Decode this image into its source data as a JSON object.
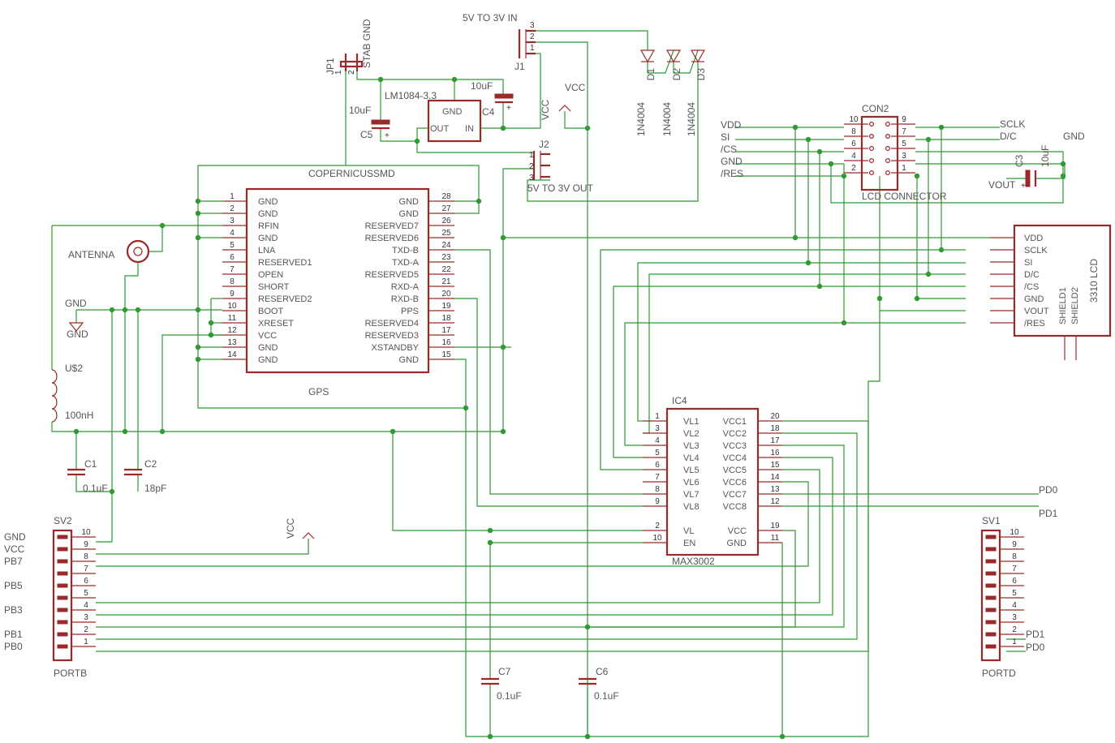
{
  "gps": {
    "name": "COPERNICUSSMD",
    "value": "GPS",
    "left_pins": [
      {
        "num": "1",
        "name": "GND"
      },
      {
        "num": "2",
        "name": "GND"
      },
      {
        "num": "3",
        "name": "RFIN"
      },
      {
        "num": "4",
        "name": "GND"
      },
      {
        "num": "5",
        "name": "LNA"
      },
      {
        "num": "6",
        "name": "RESERVED1"
      },
      {
        "num": "7",
        "name": "OPEN"
      },
      {
        "num": "8",
        "name": "SHORT"
      },
      {
        "num": "9",
        "name": "RESERVED2"
      },
      {
        "num": "10",
        "name": "BOOT"
      },
      {
        "num": "11",
        "name": "XRESET"
      },
      {
        "num": "12",
        "name": "VCC"
      },
      {
        "num": "13",
        "name": "GND"
      },
      {
        "num": "14",
        "name": "GND"
      }
    ],
    "right_pins": [
      {
        "num": "28",
        "name": "GND"
      },
      {
        "num": "27",
        "name": "GND"
      },
      {
        "num": "26",
        "name": "RESERVED7"
      },
      {
        "num": "25",
        "name": "RESERVED6"
      },
      {
        "num": "24",
        "name": "TXD-B"
      },
      {
        "num": "23",
        "name": "TXD-A"
      },
      {
        "num": "22",
        "name": "RESERVED5"
      },
      {
        "num": "21",
        "name": "RXD-A"
      },
      {
        "num": "20",
        "name": "RXD-B"
      },
      {
        "num": "19",
        "name": "PPS"
      },
      {
        "num": "18",
        "name": "RESERVED4"
      },
      {
        "num": "17",
        "name": "RESERVED3"
      },
      {
        "num": "16",
        "name": "XSTANDBY"
      },
      {
        "num": "15",
        "name": "GND"
      }
    ]
  },
  "ic4": {
    "name": "IC4",
    "value": "MAX3002",
    "left_pins": [
      {
        "num": "1",
        "name": "VL1"
      },
      {
        "num": "3",
        "name": "VL2"
      },
      {
        "num": "4",
        "name": "VL3"
      },
      {
        "num": "5",
        "name": "VL4"
      },
      {
        "num": "6",
        "name": "VL5"
      },
      {
        "num": "7",
        "name": "VL6"
      },
      {
        "num": "8",
        "name": "VL7"
      },
      {
        "num": "9",
        "name": "VL8"
      },
      {
        "num": "",
        "name": ""
      },
      {
        "num": "2",
        "name": "VL"
      },
      {
        "num": "10",
        "name": "EN"
      }
    ],
    "right_pins": [
      {
        "num": "20",
        "name": "VCC1"
      },
      {
        "num": "18",
        "name": "VCC2"
      },
      {
        "num": "17",
        "name": "VCC3"
      },
      {
        "num": "16",
        "name": "VCC4"
      },
      {
        "num": "15",
        "name": "VCC5"
      },
      {
        "num": "14",
        "name": "VCC6"
      },
      {
        "num": "13",
        "name": "VCC7"
      },
      {
        "num": "12",
        "name": "VCC8"
      },
      {
        "num": "",
        "name": ""
      },
      {
        "num": "19",
        "name": "VCC"
      },
      {
        "num": "11",
        "name": "GND"
      }
    ]
  },
  "con2": {
    "name": "CON2",
    "value": "LCD CONNECTOR",
    "left_nums": [
      "10",
      "8",
      "6",
      "4",
      "2"
    ],
    "right_nums": [
      "9",
      "7",
      "5",
      "3",
      "1"
    ],
    "left_nets": [
      "VDD",
      "SI",
      "/CS",
      "GND",
      "/RES"
    ],
    "right_nets": [
      "SCLK",
      "D/C",
      "GND"
    ]
  },
  "lcd": {
    "value": "3310 LCD",
    "pins": [
      "VDD",
      "SCLK",
      "SI",
      "D/C",
      "/CS",
      "GND",
      "VOUT",
      "/RES"
    ],
    "shields": [
      "SHIELD1",
      "SHIELD2"
    ]
  },
  "sv2": {
    "name": "SV2",
    "value": "PORTB",
    "nums": [
      "10",
      "9",
      "8",
      "7",
      "6",
      "5",
      "4",
      "3",
      "2",
      "1"
    ],
    "nets": [
      "GND",
      "VCC",
      "PB7",
      "",
      "PB5",
      "",
      "PB3",
      "",
      "PB1",
      "PB0"
    ]
  },
  "sv1": {
    "name": "SV1",
    "value": "PORTD",
    "nums": [
      "10",
      "9",
      "8",
      "7",
      "6",
      "5",
      "4",
      "3",
      "2",
      "1"
    ],
    "nets": [
      "",
      "",
      "",
      "",
      "",
      "",
      "",
      "",
      "PD1",
      "PD0"
    ]
  },
  "regulator": {
    "name": "LM1084-3.3",
    "gnd": "GND",
    "out": "OUT",
    "in": "IN"
  },
  "jp1": {
    "name": "JP1",
    "pin1": "1",
    "pin2": "2",
    "label": "STAB GND"
  },
  "j1": {
    "name": "J1",
    "title": "5V TO 3V IN",
    "pins": [
      "3",
      "2",
      "1"
    ]
  },
  "j2": {
    "name": "J2",
    "title": "5V TO 3V OUT",
    "pins": [
      "1",
      "2",
      "3"
    ]
  },
  "diodes": [
    {
      "name": "D1",
      "value": "1N4004"
    },
    {
      "name": "D2",
      "value": "1N4004"
    },
    {
      "name": "D3",
      "value": "1N4004"
    }
  ],
  "caps": {
    "c5": {
      "name": "C5",
      "value": "10uF"
    },
    "c4": {
      "name": "C4",
      "value": "10uF"
    },
    "c3": {
      "name": "C3",
      "value": "10uF"
    },
    "c1": {
      "name": "C1",
      "value": "0.1uF"
    },
    "c2": {
      "name": "C2",
      "value": "18pF"
    },
    "c7": {
      "name": "C7",
      "value": "0.1uF"
    },
    "c6": {
      "name": "C6",
      "value": "0.1uF"
    }
  },
  "inductor": {
    "name": "U$2",
    "value": "100nH"
  },
  "antenna": "ANTENNA",
  "net_labels": {
    "vcc": "VCC",
    "gnd": "GND",
    "vout": "VOUT",
    "pd0": "PD0",
    "pd1": "PD1"
  },
  "colors": {
    "wire": "#2e9a32",
    "part": "#9a2a2a",
    "text": "#555555"
  }
}
